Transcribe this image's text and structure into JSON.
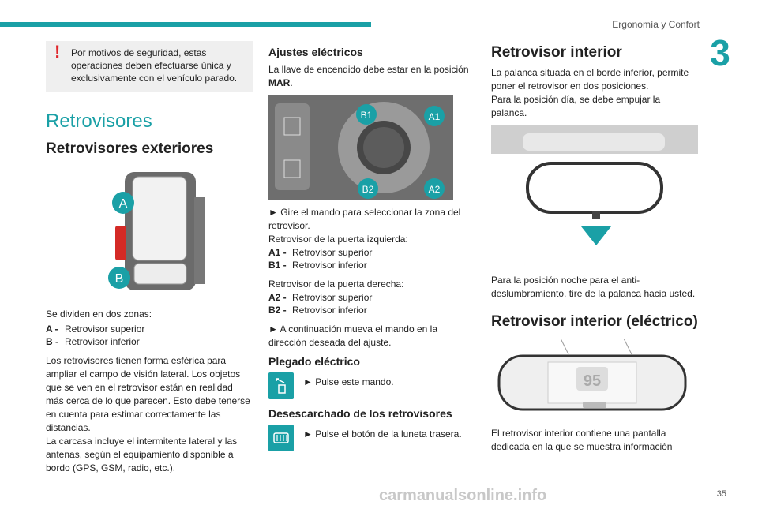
{
  "header": {
    "title": "Ergonomía y Confort",
    "chapter": "3",
    "page": "35"
  },
  "watermark": "carmanualsonline.info",
  "col1": {
    "warning": "Por motivos de seguridad, estas operaciones deben efectuarse única y exclusivamente con el vehículo parado.",
    "section_title": "Retrovisores",
    "subsection_title": "Retrovisores exteriores",
    "image_labels": {
      "a": "A",
      "b": "B"
    },
    "zones_intro": "Se dividen en dos zonas:",
    "zones": [
      {
        "key": "A -",
        "text": "Retrovisor superior"
      },
      {
        "key": "B -",
        "text": "Retrovisor inferior"
      }
    ],
    "para1": "Los retrovisores tienen forma esférica para ampliar el campo de visión lateral. Los objetos que se ven en el retrovisor están en realidad más cerca de lo que parecen. Esto debe tenerse en cuenta para estimar correctamente las distancias.",
    "para2": "La carcasa incluye el intermitente lateral y las antenas, según el equipamiento disponible a bordo (GPS, GSM, radio, etc.)."
  },
  "col2": {
    "title_electric": "Ajustes eléctricos",
    "ignition_text": "La llave de encendido debe estar en la posición",
    "ignition_bold": "MAR",
    "ignition_end": ".",
    "knob_labels": {
      "b1": "B1",
      "a1": "A1",
      "b2": "B2",
      "a2": "A2"
    },
    "turn_text": "► Gire el mando para seleccionar la zona del retrovisor.",
    "left_door": "Retrovisor de la puerta izquierda:",
    "left_items": [
      {
        "key": "A1 -",
        "text": "Retrovisor superior"
      },
      {
        "key": "B1 -",
        "text": "Retrovisor inferior"
      }
    ],
    "right_door": "Retrovisor de la puerta derecha:",
    "right_items": [
      {
        "key": "A2 -",
        "text": "Retrovisor superior"
      },
      {
        "key": "B2 -",
        "text": "Retrovisor inferior"
      }
    ],
    "move_text": "► A continuación mueva el mando en la dirección deseada del ajuste.",
    "fold_title": "Plegado eléctrico",
    "fold_text": "► Pulse este mando.",
    "defrost_title": "Desescarchado de los retrovisores",
    "defrost_text": "► Pulse el botón de la luneta trasera."
  },
  "col3": {
    "title_inner": "Retrovisor interior",
    "inner_para": "La palanca situada en el borde inferior, permite poner el retrovisor en dos posiciones.",
    "day_text": "Para la posición día, se debe empujar la palanca.",
    "night_text": "Para la posición noche para el anti-deslumbramiento, tire de la palanca hacia usted.",
    "title_electric": "Retrovisor interior (eléctrico)",
    "display_value": "95",
    "electric_para": "El retrovisor interior contiene una pantalla dedicada en la que se muestra información"
  },
  "colors": {
    "accent": "#1aa0a6",
    "warning": "#e0262b"
  }
}
